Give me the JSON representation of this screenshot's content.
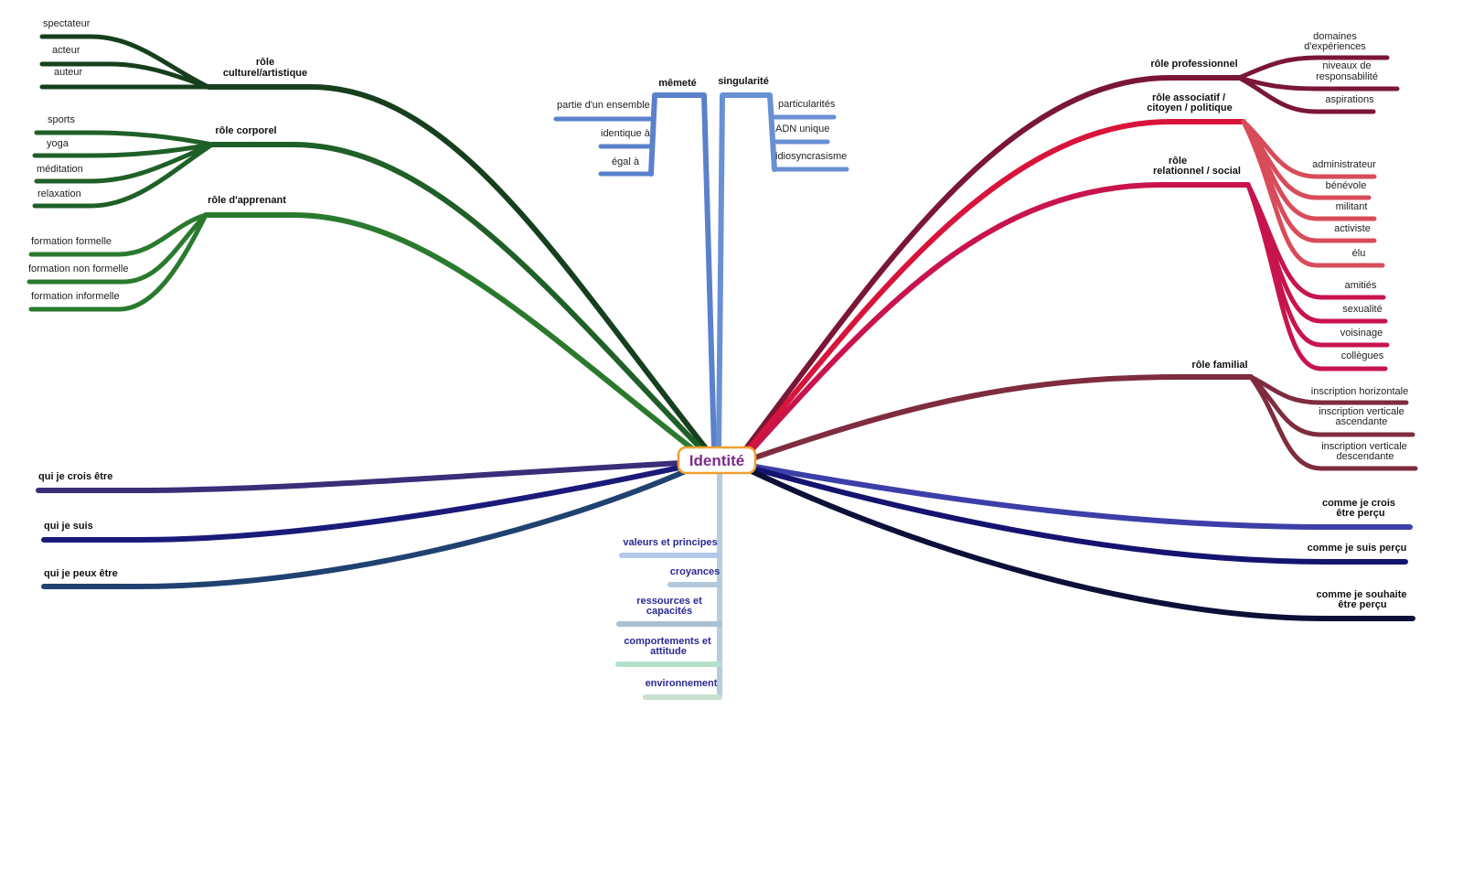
{
  "center": {
    "title": "Identité"
  },
  "colors": {
    "culturel": "#163f1e",
    "corporel": "#1f5f28",
    "apprenant": "#2a7a2e",
    "memete": "#5b80cc",
    "singularite": "#6a90d4",
    "professionnel": "#7a1636",
    "associatif": "#d8143a",
    "associatif_leaf": "#d84c5a",
    "relationnel": "#c8144c",
    "familial": "#7e2c3e",
    "crois_etre": "#3a2e78",
    "suis": "#1a1a7a",
    "peux_etre": "#1f4270",
    "crois_percu": "#3d3fa8",
    "suis_percu": "#141470",
    "souhaite_percu": "#0c1038",
    "bottom": "#b8cce0"
  },
  "left_top": {
    "culturel": {
      "label_1": "rôle",
      "label_2": "culturel/artistique",
      "leaves": [
        "spectateur",
        "acteur",
        "auteur"
      ]
    },
    "corporel": {
      "label": "rôle corporel",
      "leaves": [
        "sports",
        "yoga",
        "méditation",
        "relaxation"
      ]
    },
    "apprenant": {
      "label": "rôle d'apprenant",
      "leaves": [
        "formation formelle",
        "formation non formelle",
        "formation informelle"
      ]
    }
  },
  "top": {
    "memete": {
      "label": "mêmeté",
      "leaves": [
        "partie d'un ensemble",
        "identique à",
        "égal à"
      ]
    },
    "singularite": {
      "label": "singularité",
      "leaves": [
        "particularités",
        "ADN unique",
        "idiosyncrasisme"
      ]
    }
  },
  "right_top": {
    "professionnel": {
      "label": "rôle professionnel",
      "leaves": [
        [
          "domaines",
          "d'expériences"
        ],
        [
          "niveaux  de",
          "responsabilité"
        ],
        [
          "aspirations"
        ]
      ]
    },
    "associatif": {
      "label_1": "rôle  associatif  /",
      "label_2": "citoyen  /  politique",
      "leaves": [
        "administrateur",
        "bénévole",
        "militant",
        "activiste",
        "élu"
      ]
    },
    "relationnel": {
      "label_1": "rôle",
      "label_2": "relationnel  /  social",
      "leaves": [
        "amitiés",
        "sexualité",
        "voisinage",
        "collègues"
      ]
    },
    "familial": {
      "label": "rôle familial",
      "leaves": [
        [
          "inscription horizontale"
        ],
        [
          "inscription  verticale",
          "ascendante"
        ],
        [
          "inscription  verticale",
          "descendante"
        ]
      ]
    }
  },
  "left_bottom": [
    "qui je crois être",
    "qui je suis",
    "qui je peux être"
  ],
  "right_bottom": [
    [
      "comme  je  crois",
      "être  perçu"
    ],
    [
      "comme je suis perçu"
    ],
    [
      "comme  je  souhaite",
      "être  perçu"
    ]
  ],
  "bottom": [
    {
      "lines": [
        "valeurs et principes"
      ],
      "color": "#b4c8ec"
    },
    {
      "lines": [
        "croyances"
      ],
      "color": "#b4c8dc"
    },
    {
      "lines": [
        "ressources  et",
        "capacités"
      ],
      "color": "#a8c0d0"
    },
    {
      "lines": [
        "comportements  et",
        "attitude"
      ],
      "color": "#b4e0cc"
    },
    {
      "lines": [
        "environnement"
      ],
      "color": "#c8e0d0"
    }
  ]
}
